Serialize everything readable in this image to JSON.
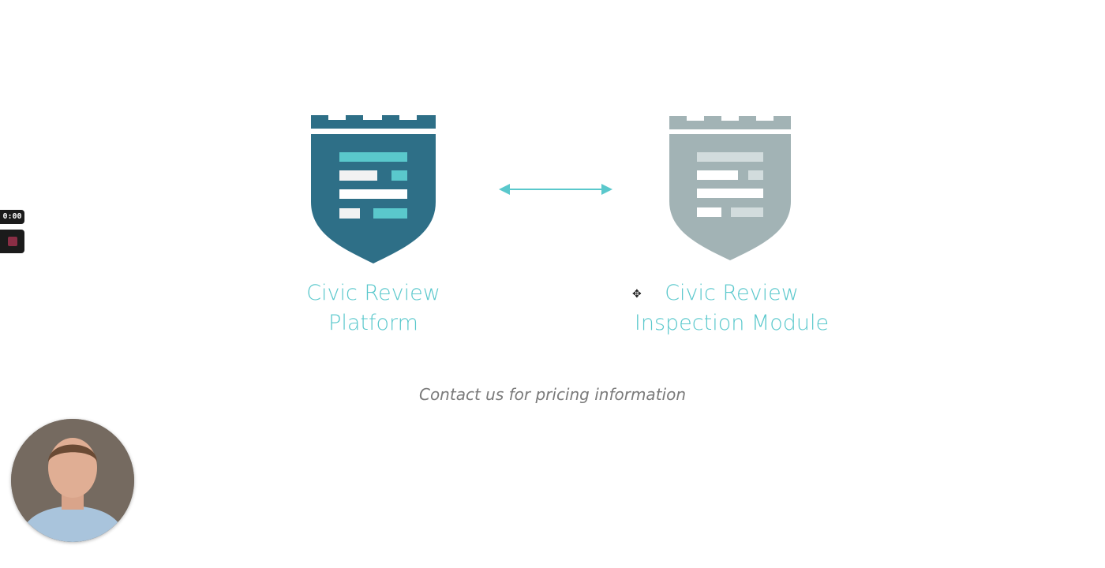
{
  "products": [
    {
      "title_line1": "Civic Review",
      "title_line2": "Platform",
      "color": "#2e6f87"
    },
    {
      "title_line1": "Civic Review",
      "title_line2": "Inspection Module",
      "color": "#a2b3b5"
    }
  ],
  "tagline": "Contact us for pricing information",
  "recorder": {
    "timer": "0:00"
  },
  "colors": {
    "accent": "#5ac8cc"
  }
}
